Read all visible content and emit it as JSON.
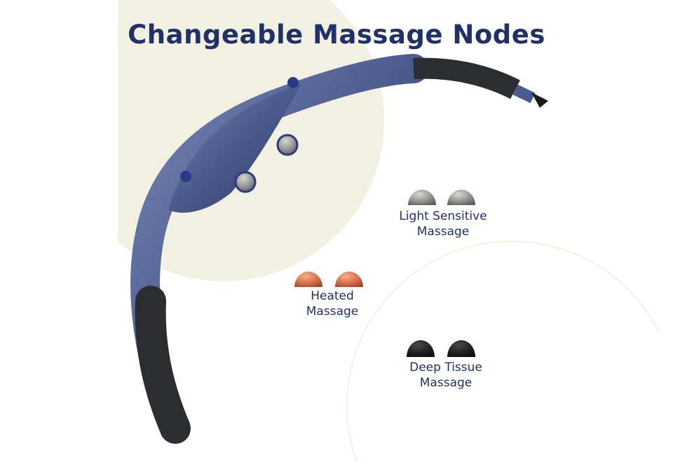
{
  "title": "Changeable Massage Nodes",
  "colors": {
    "title": "#1f3168",
    "beige": "#f1f0e1",
    "body_blue": "#4a5a8c",
    "grip_black": "#2b2d30",
    "node_silver": "#8c8c8c",
    "node_heated": "#d66a45",
    "node_black": "#1f1f21"
  },
  "nodes": [
    {
      "line1": "Light Sensitive",
      "line2": "Massage",
      "type": "silver"
    },
    {
      "line1": "Heated",
      "line2": "Massage",
      "type": "heated"
    },
    {
      "line1": "Deep Tissue",
      "line2": "Massage",
      "type": "black"
    }
  ]
}
